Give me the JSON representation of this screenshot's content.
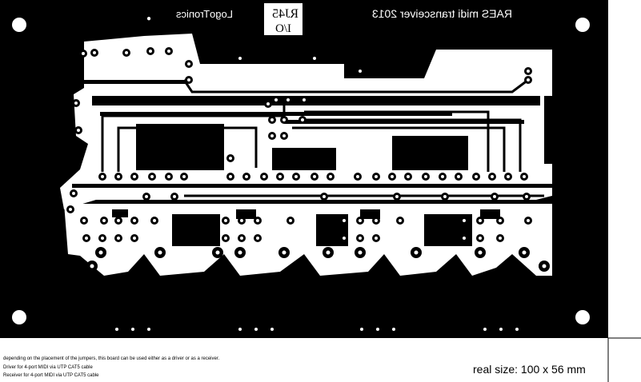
{
  "board": {
    "title_mirrored": "RAES midi transceiver 2013",
    "brand_mirrored": "LogoTronics",
    "connector_label_line1": "RJ45",
    "connector_label_line2": "I/O"
  },
  "notes": {
    "line1": "depending on the placement of the jumpers, this board can be used either as a driver or as a receiver.",
    "line2": "Driver for 4-port MIDI via UTP CAT5 cable",
    "line3": "Receiver for 4-port MIDI via UTP CAT5 cable"
  },
  "scale_text": "real size: 100 x 56 mm",
  "colors": {
    "board": "#000000",
    "copper": "#ffffff",
    "background": "#ffffff"
  }
}
